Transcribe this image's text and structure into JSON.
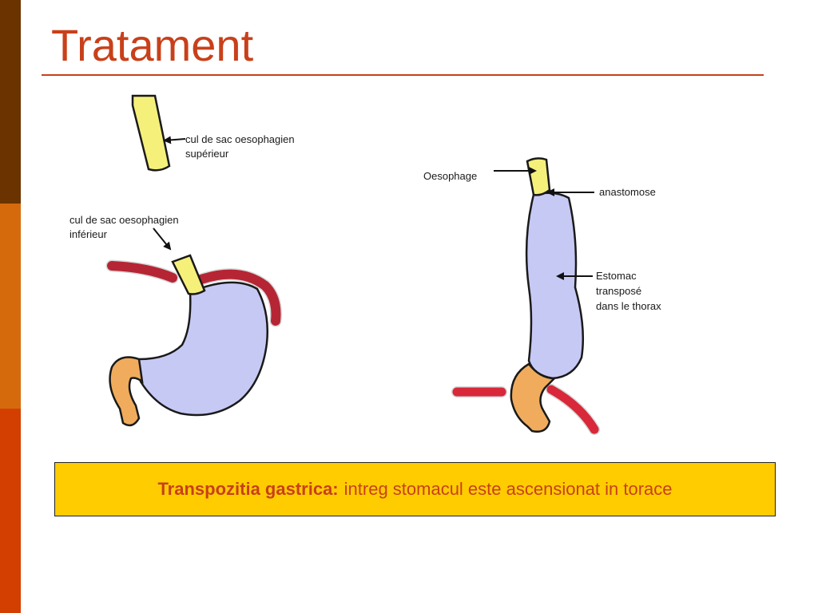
{
  "theme": {
    "sidebar_colors": [
      "#6b3300",
      "#d56a0c",
      "#d23f00"
    ],
    "accent": "#c8401a",
    "caption_bg": "#ffcc00",
    "stomach": "#c7c9f5",
    "esophagus": "#f5f07a",
    "duodenum": "#f0ac5c",
    "vessel": "#d8283a"
  },
  "slide": {
    "title": "Tratament"
  },
  "diagram_left": {
    "label_upper_line1": "cul de sac oesophagien",
    "label_upper_line2": "supérieur",
    "label_lower_line1": "cul de sac oesophagien",
    "label_lower_line2": "inférieur"
  },
  "diagram_right": {
    "label_oesophage": "Oesophage",
    "label_anastomose": "anastomose",
    "label_estomac_line1": "Estomac",
    "label_estomac_line2": "transposé",
    "label_estomac_line3": "dans le thorax"
  },
  "caption": {
    "bold": "Transpozitia gastrica:",
    "text": "intreg stomacul este ascensionat in torace"
  }
}
